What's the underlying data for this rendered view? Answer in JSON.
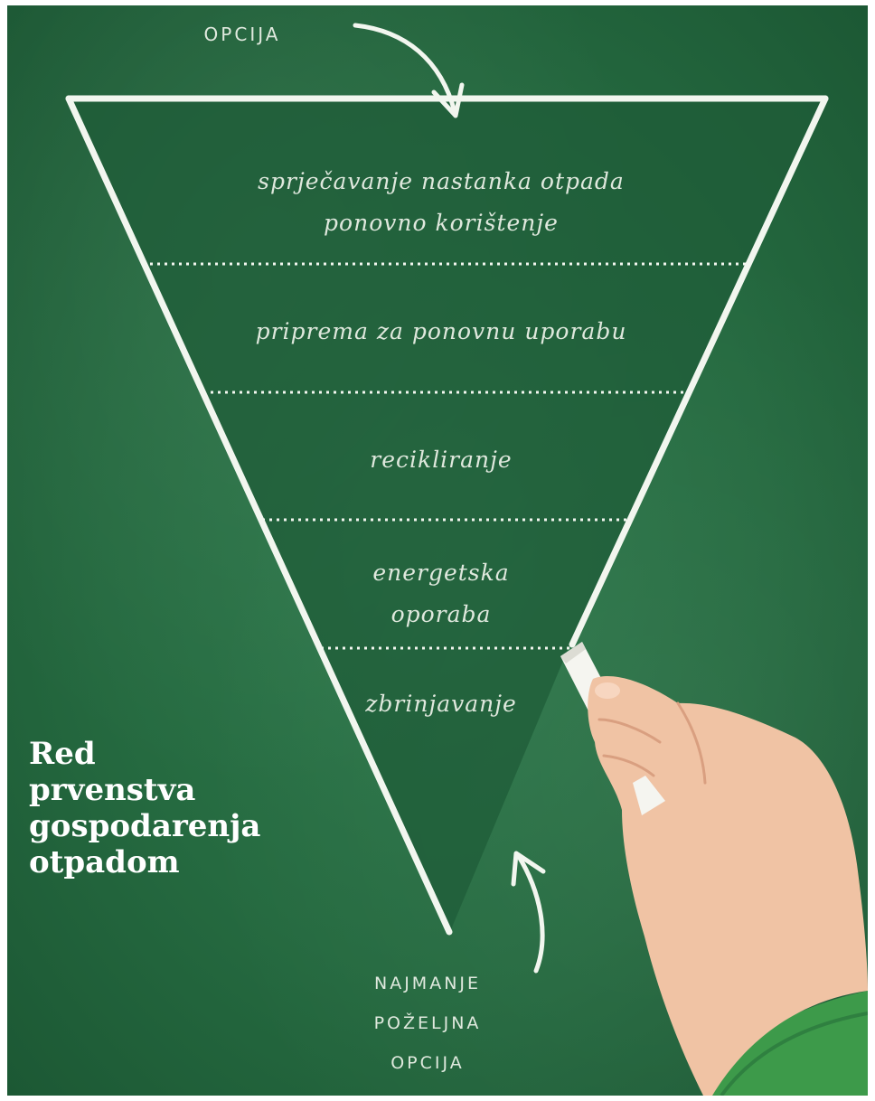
{
  "diagram": {
    "top_label": "OPCIJA",
    "levels": [
      {
        "lines": [
          "sprječavanje nastanka otpada",
          "ponovno korištenje"
        ]
      },
      {
        "lines": [
          "priprema za ponovnu uporabu"
        ]
      },
      {
        "lines": [
          "recikliranje"
        ]
      },
      {
        "lines": [
          "energetska",
          "oporaba"
        ]
      },
      {
        "lines": [
          "zbrinjavanje"
        ]
      }
    ],
    "bottom_label": [
      "NAJMANJE",
      "POŽELJNA",
      "OPCIJA"
    ]
  },
  "title": [
    "Red",
    "prvenstva",
    "gospodarenja",
    "otpadom"
  ],
  "colors": {
    "board": "#256a40",
    "chalk": "#eef3ea",
    "funnel_fill": "#1f5c38",
    "hand": "#f0c3a4",
    "sleeve": "#3d9a4a"
  },
  "icons": [
    "curved-arrow-down-icon",
    "curved-arrow-up-icon",
    "chalk-stick-icon",
    "hand-illustration"
  ]
}
